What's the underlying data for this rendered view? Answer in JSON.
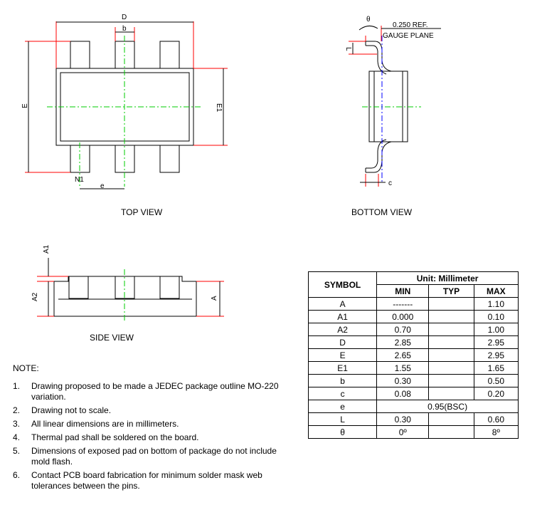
{
  "views": {
    "top": "TOP VIEW",
    "bottom": "BOTTOM VIEW",
    "side": "SIDE VIEW"
  },
  "dims": {
    "D": "D",
    "b": "b",
    "E": "E",
    "E1": "E1",
    "N1": "N1",
    "e": "e",
    "theta": "θ",
    "L": "L",
    "c": "c",
    "A1": "A1",
    "A2": "A2",
    "A": "A",
    "gauge_ref": "0.250 REF.",
    "gauge_plane": "GAUGE PLANE"
  },
  "table": {
    "symbol_header": "SYMBOL",
    "unit_header": "Unit: Millimeter",
    "cols": [
      "MIN",
      "TYP",
      "MAX"
    ],
    "rows": [
      {
        "sym": "A",
        "min": "-------",
        "typ": "",
        "max": "1.10"
      },
      {
        "sym": "A1",
        "min": "0.000",
        "typ": "",
        "max": "0.10"
      },
      {
        "sym": "A2",
        "min": "0.70",
        "typ": "",
        "max": "1.00"
      },
      {
        "sym": "D",
        "min": "2.85",
        "typ": "",
        "max": "2.95"
      },
      {
        "sym": "E",
        "min": "2.65",
        "typ": "",
        "max": "2.95"
      },
      {
        "sym": "E1",
        "min": "1.55",
        "typ": "",
        "max": "1.65"
      },
      {
        "sym": "b",
        "min": "0.30",
        "typ": "",
        "max": "0.50"
      },
      {
        "sym": "c",
        "min": "0.08",
        "typ": "",
        "max": "0.20"
      },
      {
        "sym": "e",
        "span": "0.95(BSC)"
      },
      {
        "sym": "L",
        "min": "0.30",
        "typ": "",
        "max": "0.60"
      },
      {
        "sym": "θ",
        "min": "0º",
        "typ": "",
        "max": "8º"
      }
    ]
  },
  "notes": {
    "title": "NOTE:",
    "items": [
      {
        "num": "1.",
        "text": "Drawing proposed to be made a JEDEC package outline MO-220 variation."
      },
      {
        "num": "2.",
        "text": "Drawing not to scale."
      },
      {
        "num": "3.",
        "text": "All linear dimensions are in millimeters."
      },
      {
        "num": "4.",
        "text": "Thermal pad shall be soldered on the board."
      },
      {
        "num": "5.",
        "text": "Dimensions of exposed pad on bottom of package do not include mold flash."
      },
      {
        "num": "6.",
        "text": "Contact PCB board fabrication for minimum solder mask web tolerances between the pins."
      }
    ]
  },
  "colors": {
    "dim_line": "#ff0000",
    "center_line": "#00cc00",
    "axis_line": "#0000ff",
    "outline": "#000000"
  }
}
